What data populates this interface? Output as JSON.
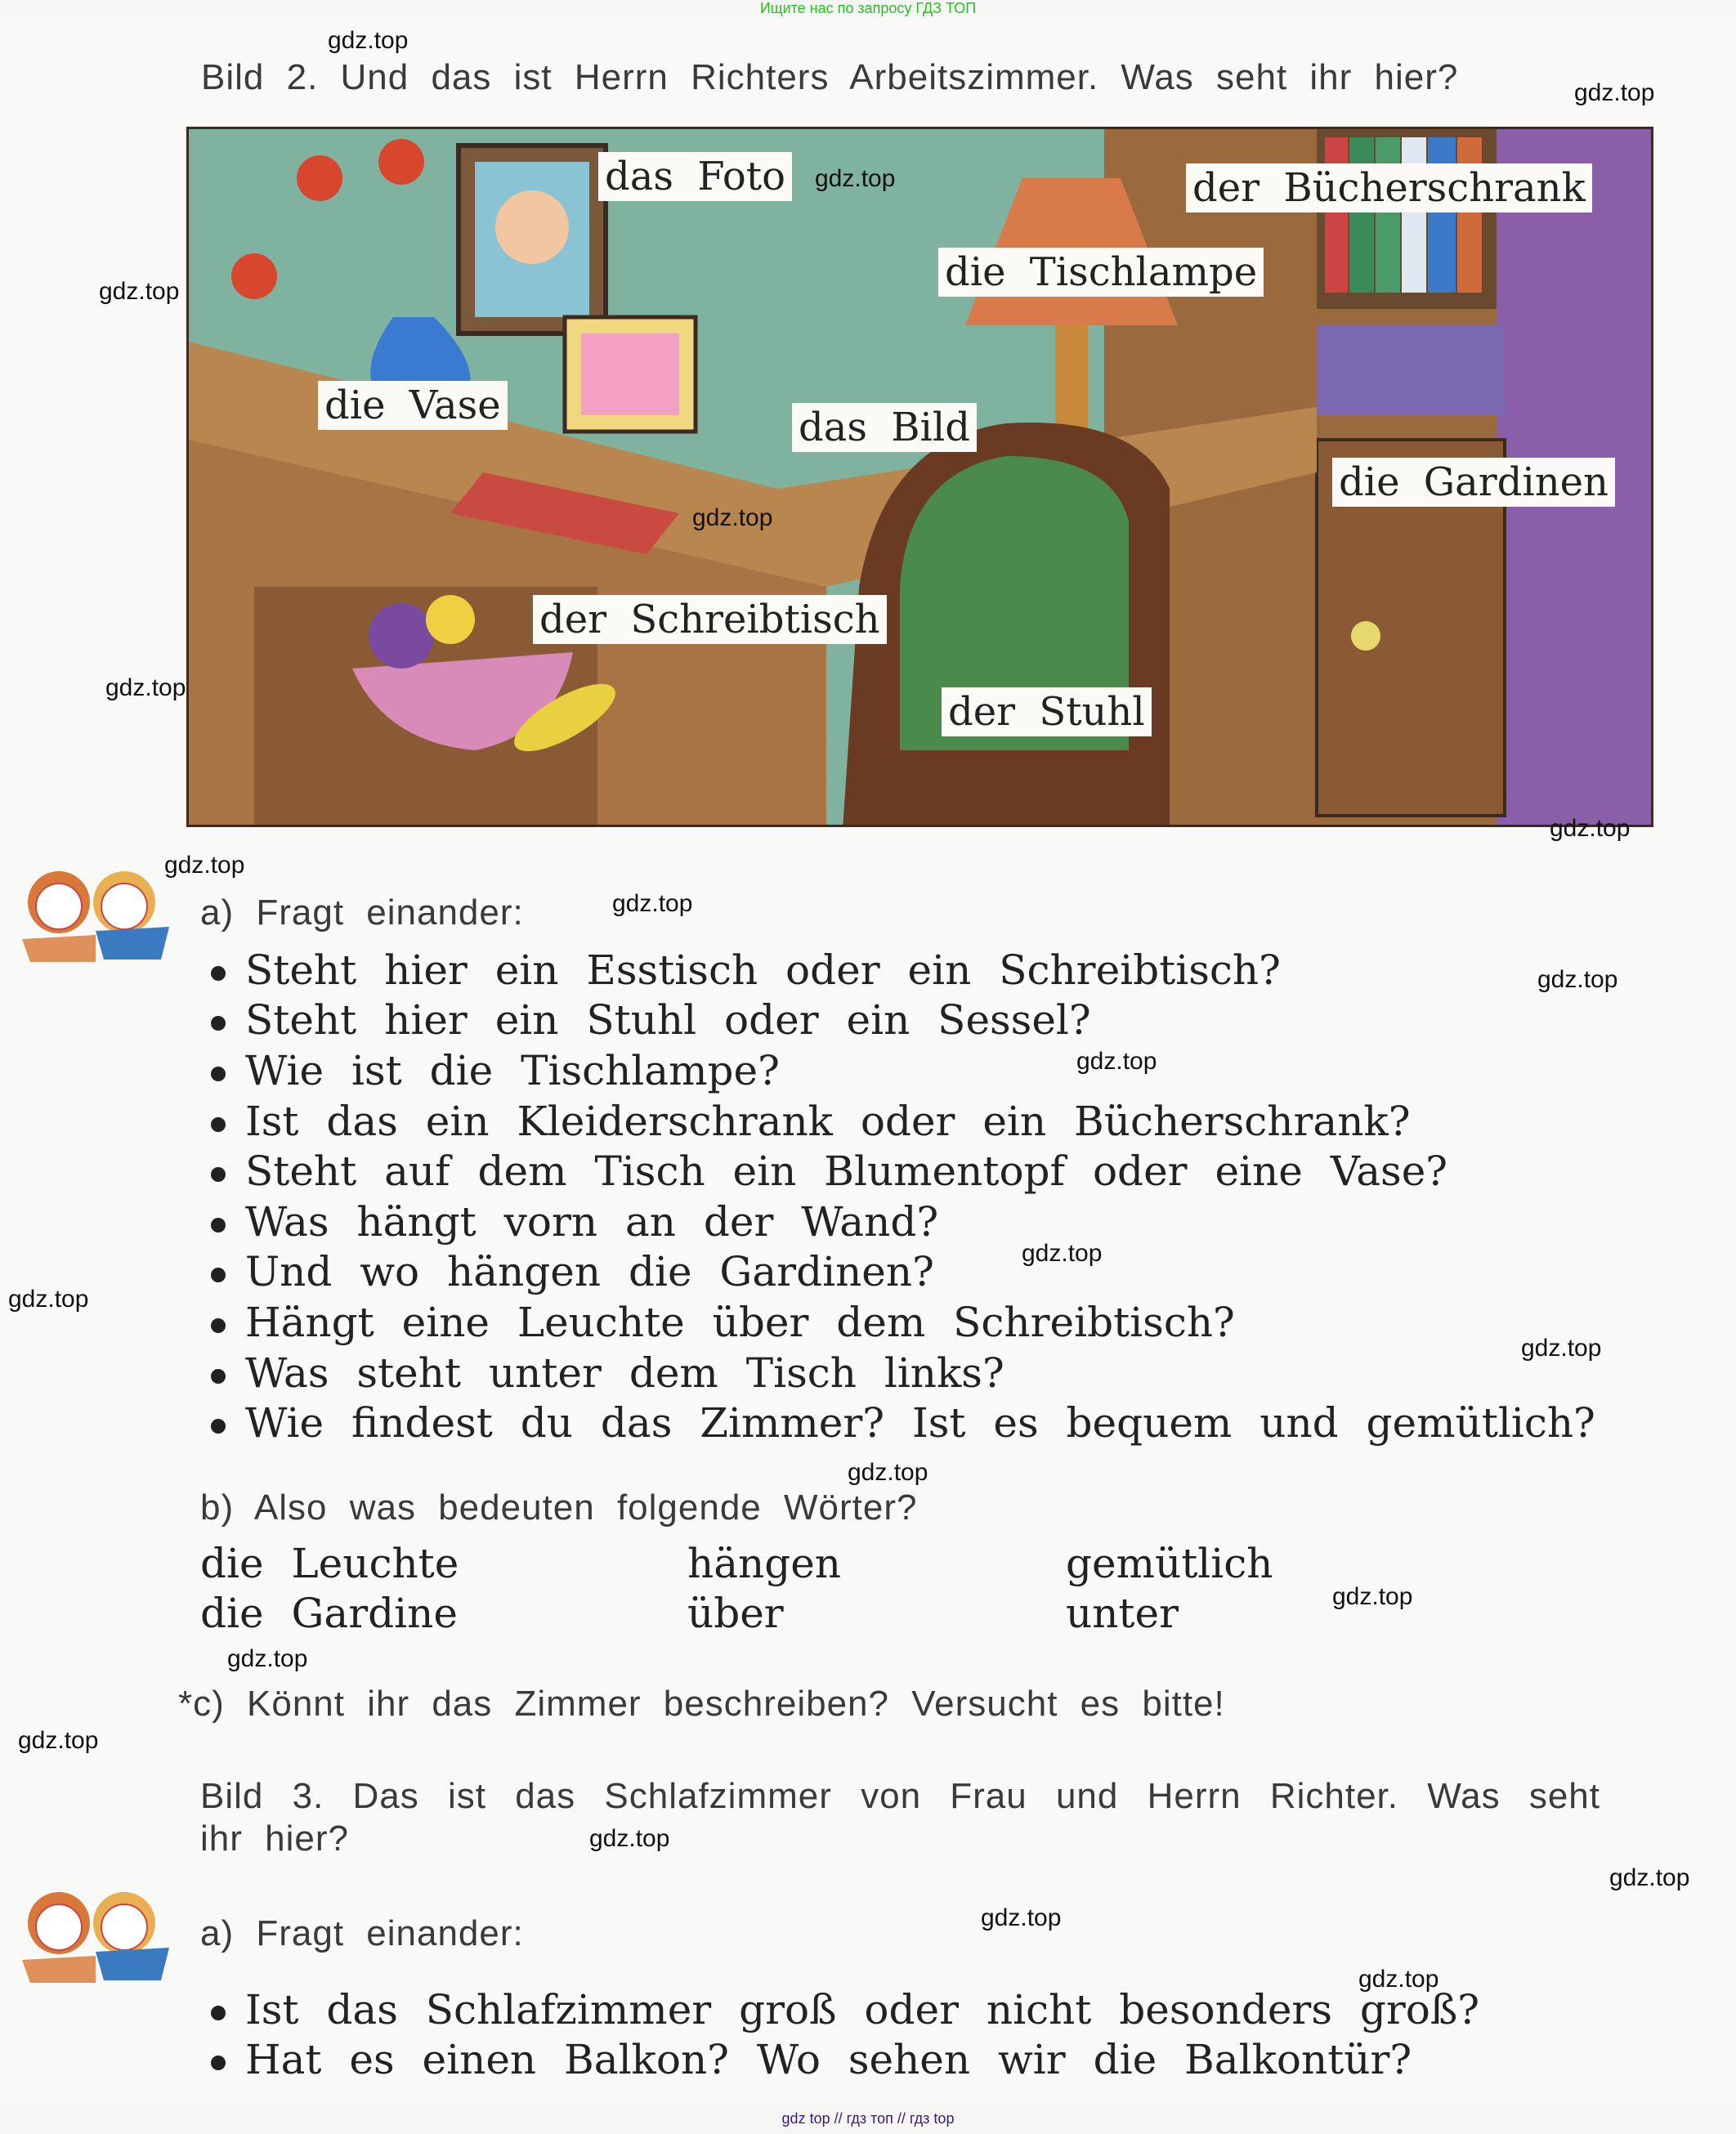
{
  "banner": "Ищите нас по запросу ГДЗ ТОП",
  "footer": "gdz top  //  гдз топ  //  гдз top",
  "bild2": {
    "title": "Bild 2. Und das ist Herrn Richters Arbeitszimmer. Was seht ihr hier?",
    "labels": {
      "foto": "das Foto",
      "buecherschrank": "der Bücherschrank",
      "tischlampe": "die Tischlampe",
      "vase": "die Vase",
      "bild": "das Bild",
      "gardinen": "die Gardinen",
      "schreibtisch": "der Schreibtisch",
      "stuhl": "der Stuhl"
    },
    "a_heading": "a) Fragt einander:",
    "questions": [
      "Steht hier ein Esstisch oder ein Schreibtisch?",
      "Steht hier ein Stuhl oder ein Sessel?",
      "Wie ist die Tischlampe?",
      "Ist das ein Kleiderschrank oder ein Bücherschrank?",
      "Steht auf dem Tisch ein Blumentopf oder eine Vase?",
      "Was hängt vorn an der Wand?",
      "Und wo hängen die Gardinen?",
      "Hängt eine Leuchte über dem Schreibtisch?",
      "Was steht unter dem Tisch links?",
      "Wie findest du das Zimmer? Ist es bequem und gemütlich?"
    ],
    "b_heading": "b) Also was bedeuten folgende Wörter?",
    "words": [
      [
        "die Leuchte",
        "hängen",
        "gemütlich"
      ],
      [
        "die Gardine",
        "über",
        "unter"
      ]
    ],
    "c_heading": "*c) Könnt ihr das Zimmer beschreiben? Versucht es bitte!"
  },
  "bild3": {
    "title_line1": "Bild 3. Das ist das Schlafzimmer von Frau und Herrn Richter. Was seht",
    "title_line2": "ihr hier?",
    "a_heading": "a) Fragt einander:",
    "questions": [
      "Ist das Schlafzimmer groß oder nicht besonders groß?",
      "Hat es einen Balkon? Wo sehen wir die Balkontür?"
    ]
  },
  "watermarks": [
    "gdz.top",
    "gdz.top",
    "gdz.top",
    "gdz.top",
    "gdz.top",
    "gdz.top",
    "gdz.top",
    "gdz.top",
    "gdz.top",
    "gdz.top",
    "gdz.top",
    "gdz.top",
    "gdz.top",
    "gdz.top",
    "gdz.top",
    "gdz.top",
    "gdz.top",
    "gdz.top",
    "gdz.top",
    "gdz.top",
    "gdz.top",
    "gdz.top"
  ]
}
